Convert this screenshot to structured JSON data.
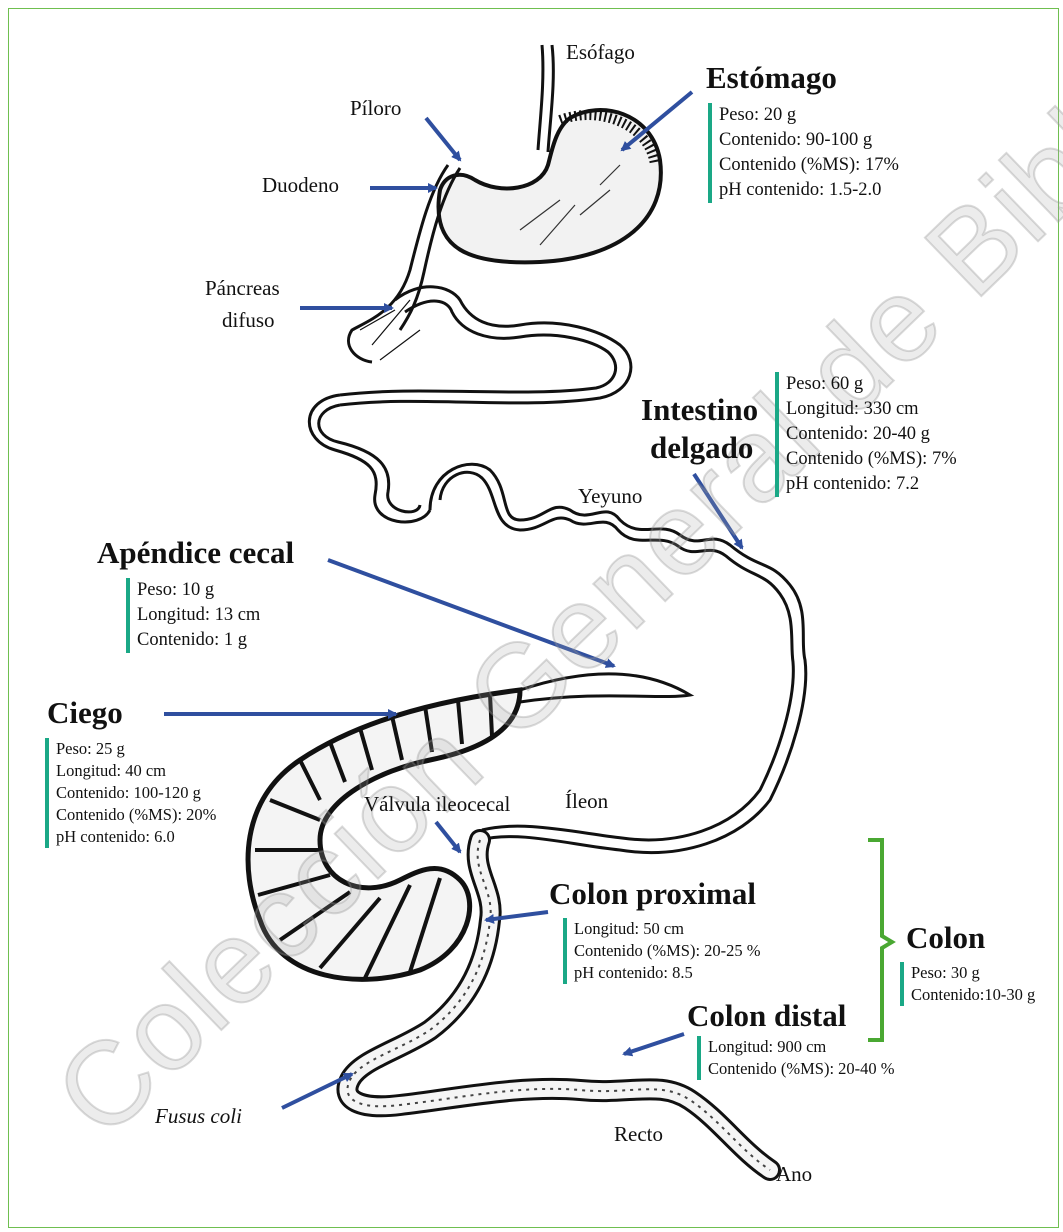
{
  "labels": {
    "esofago": "Esófago",
    "piloro": "Píloro",
    "duodeno": "Duodeno",
    "pancreas_1": "Páncreas",
    "pancreas_2": "difuso",
    "yeyuno": "Yeyuno",
    "ileon": "Íleon",
    "valvula": "Válvula ileocecal",
    "fusus": "Fusus coli",
    "recto": "Recto",
    "ano": "Ano"
  },
  "estomago": {
    "title": "Estómago",
    "lines": [
      "Peso: 20 g",
      "Contenido: 90-100 g",
      "Contenido (%MS): 17%",
      "pH contenido: 1.5-2.0"
    ]
  },
  "intestino": {
    "title_1": "Intestino",
    "title_2": "delgado",
    "lines": [
      "Peso: 60 g",
      "Longitud: 330 cm",
      "Contenido: 20-40 g",
      "Contenido (%MS): 7%",
      "pH contenido: 7.2"
    ]
  },
  "apendice": {
    "title": "Apéndice cecal",
    "lines": [
      "Peso: 10 g",
      "Longitud: 13 cm",
      "Contenido: 1 g"
    ]
  },
  "ciego": {
    "title": "Ciego",
    "lines": [
      "Peso: 25 g",
      "Longitud: 40 cm",
      "Contenido: 100-120 g",
      "Contenido (%MS): 20%",
      "pH contenido: 6.0"
    ]
  },
  "colon_proximal": {
    "title": "Colon proximal",
    "lines": [
      "Longitud: 50 cm",
      "Contenido (%MS): 20-25 %",
      "pH contenido: 8.5"
    ]
  },
  "colon": {
    "title": "Colon",
    "lines": [
      "Peso: 30 g",
      "Contenido:10-30 g"
    ]
  },
  "colon_distal": {
    "title": "Colon distal",
    "lines": [
      "Longitud: 900 cm",
      "Contenido (%MS): 20-40 %"
    ]
  },
  "watermark": "Colección General de Bibliotecas UN",
  "colors": {
    "arrow": "#2f4f9f",
    "bar": "#1aa886",
    "bracket": "#4aa832",
    "frame": "#6fbf4f"
  }
}
